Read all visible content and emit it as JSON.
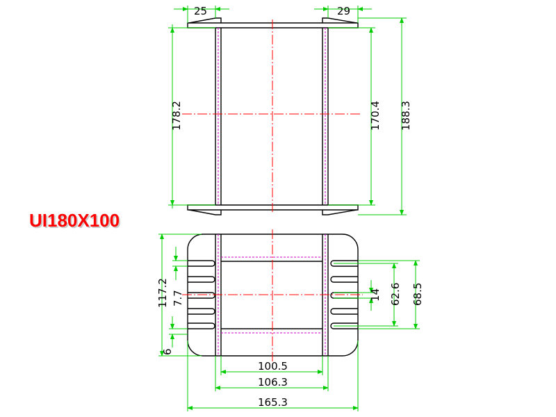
{
  "title": "UI180X100",
  "colors": {
    "outline": "#000000",
    "dimension": "#00cc00",
    "centerline": "#ff0000",
    "hidden": "#cc00cc",
    "title": "#ff0000",
    "title_shadow": "#cccccc"
  },
  "dimensions": {
    "top_flange_left": "25",
    "top_flange_right": "29",
    "inner_height": "178.2",
    "window_height": "170.4",
    "overall_height": "188.3",
    "side_overall": "117.2",
    "side_fin": "7.7",
    "side_bottom": "6",
    "slot_center": "14",
    "slot_span": "62.6",
    "slot_overall": "68.5",
    "core_width": "100.5",
    "bobbin_width": "106.3",
    "overall_width": "165.3"
  }
}
